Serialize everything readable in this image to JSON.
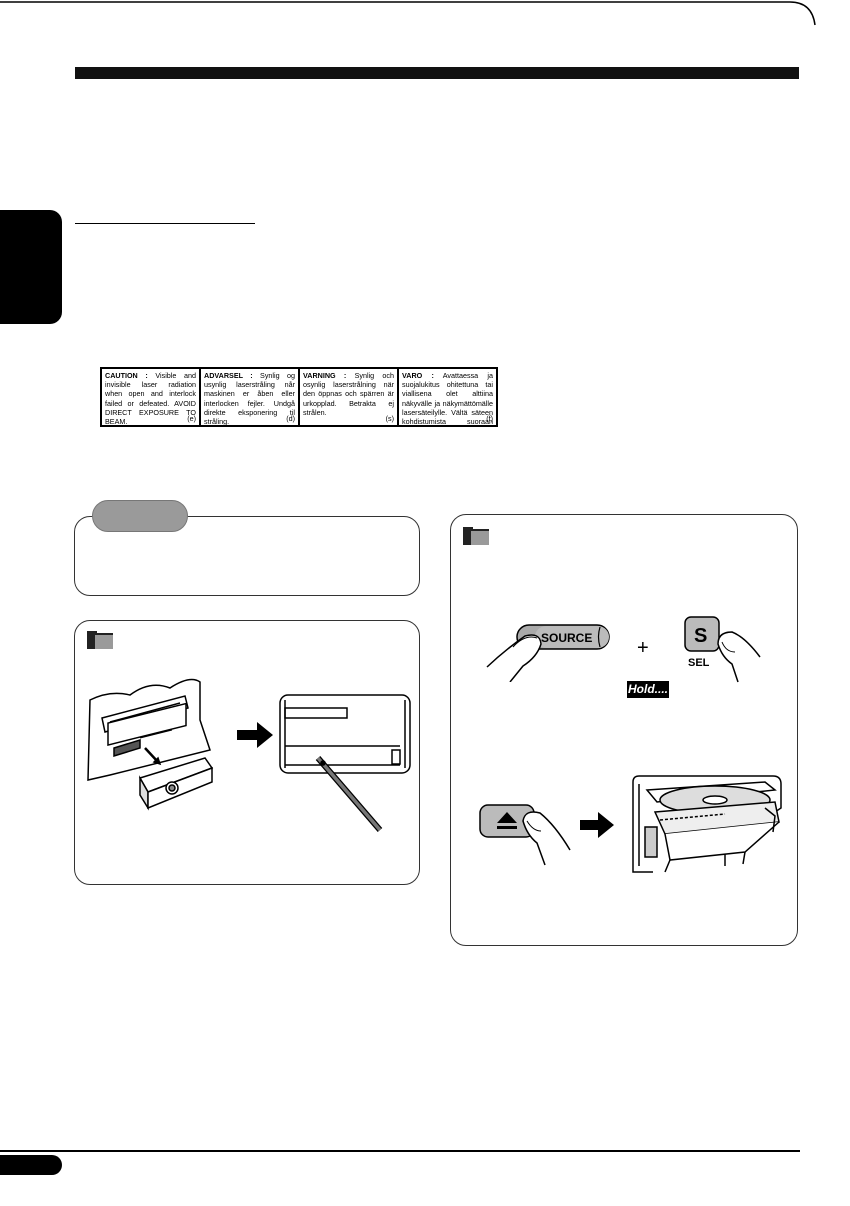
{
  "warning_label": {
    "cells": [
      {
        "head": "CAUTION :",
        "body": "Visible and invisible laser radiation when open and interlock failed or defeated. AVOID DIRECT EXPOSURE TO BEAM.",
        "code": "(e)"
      },
      {
        "head": "ADVARSEL :",
        "body": "Synlig og usynlig laserstråling når maskinen er åben eller interlocken fejler. Undgå direkte eksponering til stråling.",
        "code": "(d)"
      },
      {
        "head": "VARNING :",
        "body": "Synlig och osynlig laserstrålning när den öppnas och spärren är urkopplad. Betrakta ej strålen.",
        "code": "(s)"
      },
      {
        "head": "VARO :",
        "body": "Avattaessa ja suojalukitus ohitettuna tai viallisena olet alttiina näkyvälle ja näkymättömälle lasersäteilylle. Vältä säteen kohdistumista suoraan itseesi.",
        "code": "(f)"
      }
    ]
  },
  "illustrations": {
    "source_button_label": "SOURCE",
    "sel_button_letter": "S",
    "sel_button_caption": "SEL",
    "plus_sign": "+",
    "hold_label": "Hold...."
  }
}
